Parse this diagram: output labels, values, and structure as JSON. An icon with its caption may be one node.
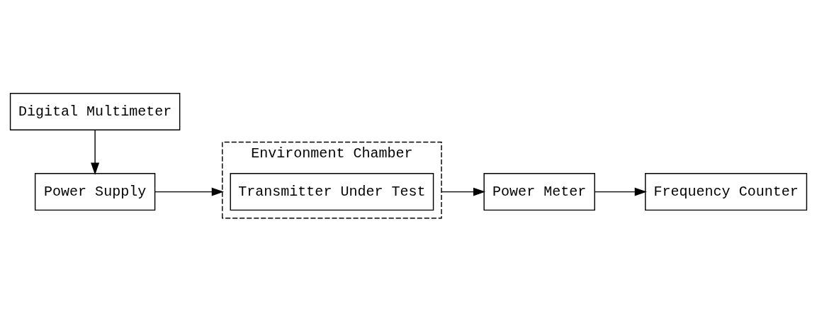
{
  "diagram": {
    "nodes": [
      {
        "text": [
          "Power Supply"
        ]
      },
      {
        "text": [
          "Digital Multimeter"
        ]
      },
      {
        "text": [
          "Environment Chamber"
        ]
      },
      {
        "text": [
          "Transmitter Under Test"
        ],
        "in": 2
      },
      {
        "text": [
          "Power Meter"
        ]
      },
      {
        "text": [
          "Frequency Counter"
        ]
      }
    ],
    "edges": [
      {
        "from": 1,
        "to": 0,
        "arrow": "to"
      },
      {
        "from": 0,
        "to": 2,
        "arrow": "to"
      },
      {
        "from": 2,
        "to": 4,
        "arrow": "to"
      },
      {
        "from": 4,
        "to": 5,
        "arrow": "to"
      }
    ]
  }
}
